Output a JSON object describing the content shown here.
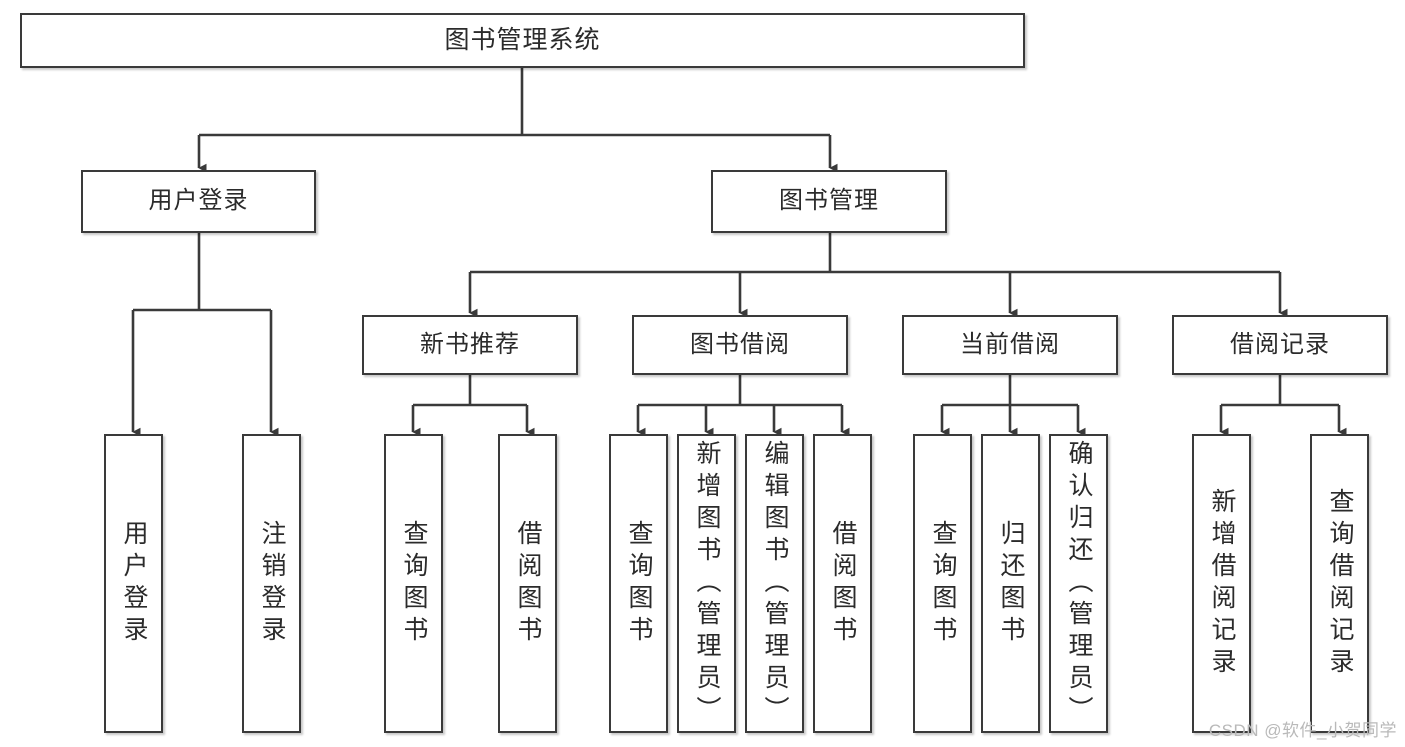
{
  "diagram": {
    "title": "图书管理系统",
    "type": "tree",
    "orientation": "top-down",
    "colors": {
      "box_border": "#3a3a3a",
      "box_fill": "#ffffff",
      "connector": "#3a3a3a",
      "text": "#2b2b2b",
      "watermark": "#b9b9b9"
    },
    "root": {
      "label": "图书管理系统"
    },
    "level2": [
      {
        "label": "用户登录"
      },
      {
        "label": "图书管理"
      }
    ],
    "level3": [
      {
        "label": "新书推荐"
      },
      {
        "label": "图书借阅"
      },
      {
        "label": "当前借阅"
      },
      {
        "label": "借阅记录"
      }
    ],
    "leaves": {
      "user_login": [
        {
          "label": "用户登录"
        },
        {
          "label": "注销登录"
        }
      ],
      "new_book_recommend": [
        {
          "label": "查询图书"
        },
        {
          "label": "借阅图书"
        }
      ],
      "book_borrow": [
        {
          "label": "查询图书"
        },
        {
          "label": "新增图书（管理员）"
        },
        {
          "label": "编辑图书（管理员）"
        },
        {
          "label": "借阅图书"
        }
      ],
      "current_borrow": [
        {
          "label": "查询图书"
        },
        {
          "label": "归还图书"
        },
        {
          "label": "确认归还（管理员）"
        }
      ],
      "borrow_record": [
        {
          "label": "新增借阅记录"
        },
        {
          "label": "查询借阅记录"
        }
      ]
    }
  },
  "watermark": {
    "text": "CSDN @软件_小贺同学"
  }
}
